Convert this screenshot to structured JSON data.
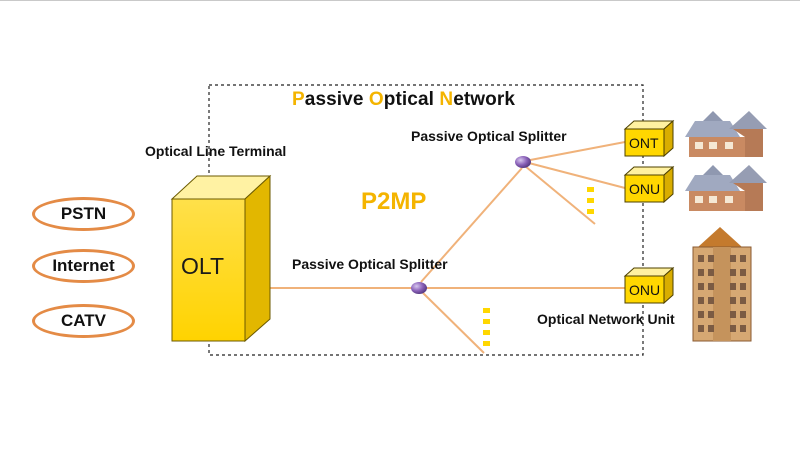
{
  "title": {
    "p1": "P",
    "p1_rest": "assive ",
    "o1": "O",
    "o1_rest": "ptical ",
    "n1": "N",
    "n1_rest": "etwork"
  },
  "labels": {
    "p2mp": "P2MP",
    "olt_caption": "Optical Line Terminal",
    "splitter_main": "Passive Optical Splitter",
    "splitter_secondary": "Passive Optical Splitter",
    "onu_caption": "Optical Network Unit"
  },
  "services": [
    "PSTN",
    "Internet",
    "CATV"
  ],
  "devices": {
    "olt": "OLT",
    "ont": "ONT",
    "onu_house": "ONU",
    "onu_building": "ONU"
  },
  "colors": {
    "accent_yellow": "#f4b400",
    "box_yellow": "#ffd700",
    "box_shadow": "#d4a200",
    "fiber": "#f0b27a",
    "service_border": "#e48b46",
    "splitter": "#7b52a6"
  },
  "icons": [
    "house-icon",
    "house-icon",
    "building-icon"
  ]
}
